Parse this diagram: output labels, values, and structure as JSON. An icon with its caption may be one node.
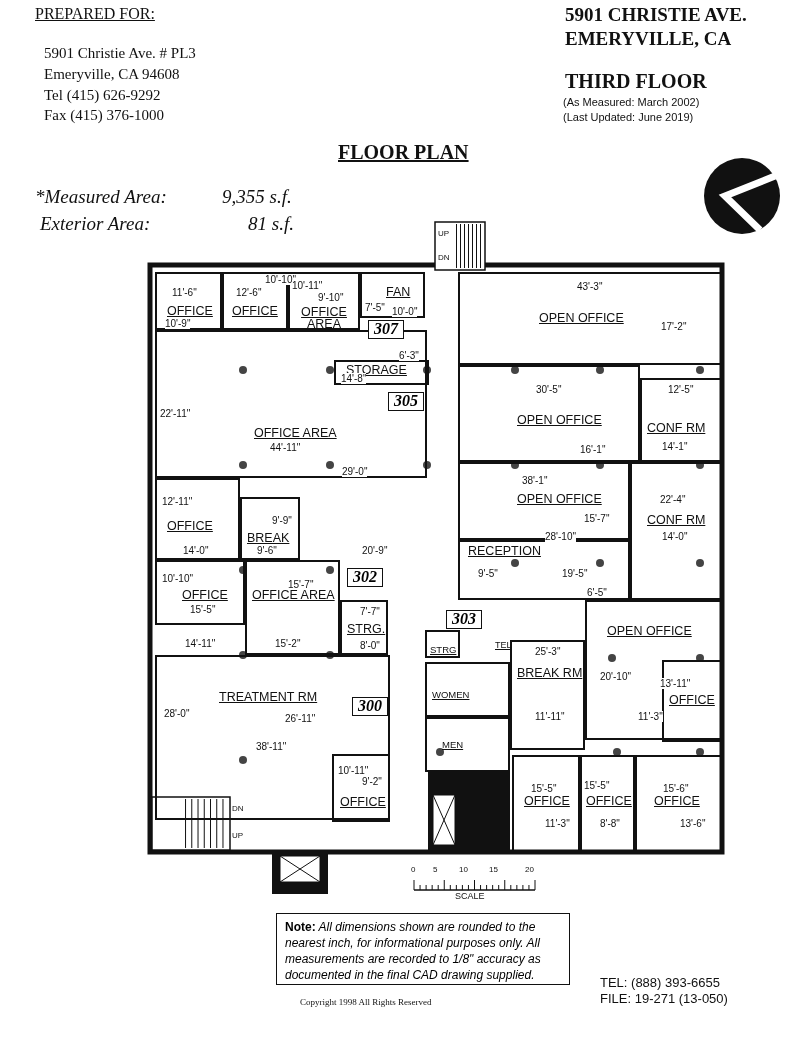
{
  "diagram": {
    "title": "FLOOR PLAN",
    "nodes": [
      {
        "text": [
          "OFFICE"
        ]
      },
      {
        "text": [
          "OFFICE"
        ]
      },
      {
        "text": [
          "OFFICE AREA"
        ]
      },
      {
        "text": [
          "FAN"
        ]
      },
      {
        "text": [
          "OPEN OFFICE"
        ]
      },
      {
        "text": [
          "OFFICE AREA"
        ]
      },
      {
        "text": [
          "STORAGE"
        ],
        "in": 5
      },
      {
        "text": [
          "OPEN OFFICE"
        ]
      },
      {
        "text": [
          "CONF RM"
        ]
      },
      {
        "text": [
          "OPEN OFFICE"
        ]
      },
      {
        "text": [
          "CONF RM"
        ]
      },
      {
        "text": [
          "OFFICE"
        ]
      },
      {
        "text": [
          "BREAK"
        ]
      },
      {
        "text": [
          "RECEPTION"
        ]
      },
      {
        "text": [
          "OFFICE"
        ]
      },
      {
        "text": [
          "OFFICE AREA"
        ]
      },
      {
        "text": [
          "STRG."
        ]
      },
      {
        "text": [
          "OPEN OFFICE"
        ]
      },
      {
        "text": [
          "TREATMENT RM"
        ]
      },
      {
        "text": [
          "STRG"
        ]
      },
      {
        "text": [
          "BREAK RM"
        ]
      },
      {
        "text": [
          "OFFICE"
        ],
        "in": 17
      },
      {
        "text": [
          "WOMEN"
        ]
      },
      {
        "text": [
          "MEN"
        ]
      },
      {
        "text": [
          "OFFICE"
        ],
        "in": 18
      },
      {
        "text": [
          "OFFICE"
        ]
      },
      {
        "text": [
          "OFFICE"
        ]
      },
      {
        "text": [
          "OFFICE"
        ]
      },
      {
        "text": [
          "307"
        ]
      },
      {
        "text": [
          "305"
        ],
        "in": 5
      },
      {
        "text": [
          "302"
        ]
      },
      {
        "text": [
          "303"
        ]
      },
      {
        "text": [
          "300"
        ],
        "in": 18
      },
      {
        "text": [
          "**Note:** All dimensions shown are rounded to the nearest inch, for informational purposes only. All measurements are recorded to 1/8\" accuracy as documented in the final CAD drawing supplied."
        ]
      }
    ],
    "labels": [
      "PREPARED FOR:",
      "5901 Christie Ave. # PL3",
      "Emeryville, CA 94608",
      "Tel  (415) 626-9292",
      "Fax (415) 376-1000",
      "5901 CHRISTIE AVE.",
      "EMERYVILLE, CA",
      "THIRD FLOOR",
      "(As Measured:  March 2002)",
      "(Last Updated:  June 2019)",
      "*Measured Area:",
      "9,355 s.f.",
      "Exterior Area:",
      "81 s.f.",
      "UP",
      "DN",
      "11'-6\"",
      "10'-9\"",
      "10'-10\"",
      "12'-6\"",
      "10'-11\"",
      "9'-10\"",
      "7'-5\"",
      "10'-0\"",
      "6'-3\"",
      "14'-8\"",
      "22'-11\"",
      "44'-11\"",
      "29'-0\"",
      "12'-11\"",
      "9'-9\"",
      "14'-0\"",
      "9'-6\"",
      "20'-9\"",
      "43'-3\"",
      "17'-2\"",
      "30'-5\"",
      "12'-5\"",
      "16'-1\"",
      "14'-1\"",
      "38'-1\"",
      "22'-4\"",
      "15'-7\"",
      "28'-10\"",
      "14'-0\"",
      "9'-5\"",
      "19'-5\"",
      "6'-5\"",
      "10'-10\"",
      "15'-7\"",
      "15'-5\"",
      "7'-7\"",
      "14'-11\"",
      "15'-2\"",
      "8'-0\"",
      "28'-0\"",
      "26'-11\"",
      "38'-11\"",
      "10'-11\"",
      "9'-2\"",
      "DN",
      "UP",
      "TEL",
      "25'-3\"",
      "20'-10\"",
      "13'-11\"",
      "11'-11\"",
      "11'-3\"",
      "15'-5\"",
      "15'-5\"",
      "15'-6\"",
      "11'-3\"",
      "8'-8\"",
      "13'-6\"",
      "0",
      "5",
      "10",
      "15",
      "20",
      "SCALE",
      "TEL:  (888) 393-6655",
      "FILE:  19-271 (13-050)",
      "Copyright 1998 All Rights Reserved"
    ]
  }
}
